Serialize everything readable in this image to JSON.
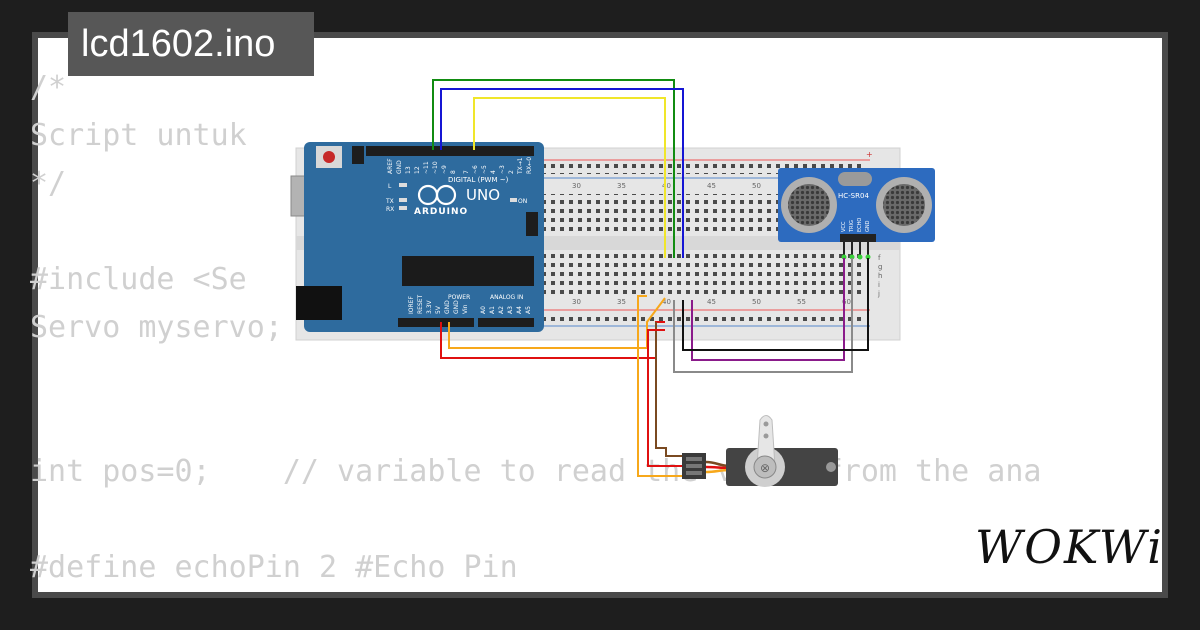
{
  "file": {
    "name": "lcd1602.ino"
  },
  "code_lines": [
    "/*",
    "Script untuk",
    "*/",
    "",
    "#include <Se",
    "Servo myservo;",
    "",
    "",
    "int pos=0;    // variable to read the value from the ana",
    "",
    "#define echoPin 2 #Echo Pin"
  ],
  "arduino": {
    "logo": "ARDUINO",
    "model": "UNO",
    "digital_label": "DIGITAL (PWM ~)",
    "power_label": "POWER",
    "analog_label": "ANALOG IN",
    "led_l": "L",
    "led_tx": "TX",
    "led_rx": "RX",
    "on_label": "ON",
    "header_pins": [
      "AREF",
      "GND",
      "13",
      "12",
      "~11",
      "~10",
      "~9",
      "8",
      "7",
      "~6",
      "~5",
      "4",
      "~3",
      "2",
      "TX→1",
      "RX←0"
    ],
    "power_pins": [
      "IOREF",
      "RESET",
      "3.3V",
      "5V",
      "GND",
      "GND",
      "Vin"
    ],
    "analog_pins": [
      "A0",
      "A1",
      "A2",
      "A3",
      "A4",
      "A5"
    ]
  },
  "breadboard": {
    "top_numbers": [
      "30",
      "35",
      "40",
      "45",
      "50"
    ],
    "bottom_numbers": [
      "30",
      "35",
      "40",
      "45",
      "50",
      "55",
      "60"
    ],
    "row_letters": [
      "f",
      "g",
      "h",
      "i",
      "j"
    ]
  },
  "sensor": {
    "label": "HC-SR04",
    "pins": [
      "VCC",
      "TRIG",
      "ECHO",
      "GND"
    ]
  },
  "brand": {
    "logo": "WOKWi"
  },
  "colors": {
    "arduino_blue": "#2e6b9e",
    "wire_green": "#118c11",
    "wire_blue": "#1515d4",
    "wire_yellow": "#f0e62a",
    "wire_red": "#e01010",
    "wire_orange": "#f7a81b",
    "wire_purple": "#8a1b8a",
    "wire_gray": "#8a8a8a",
    "wire_black": "#111111",
    "wire_brown": "#7a4a21"
  }
}
